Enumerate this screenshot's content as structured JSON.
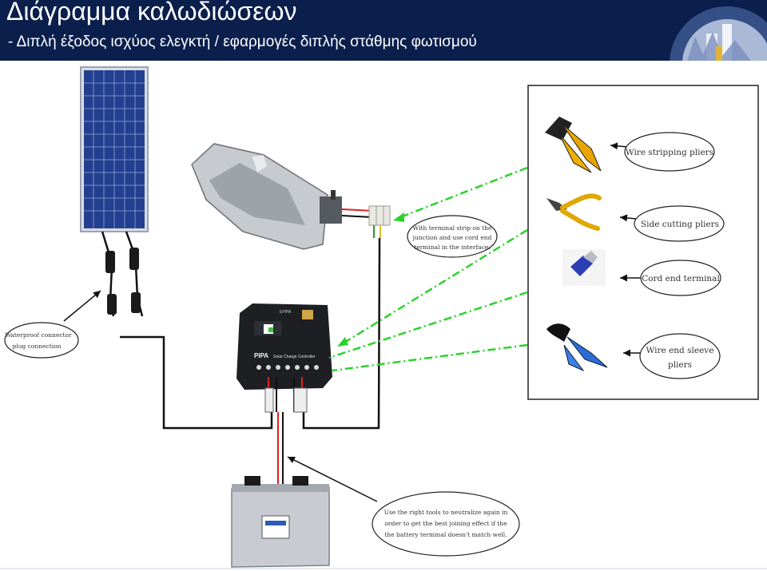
{
  "title": "Διάγραμμα καλωδιώσεων",
  "subtitle": "- Διπλή έξοδος ισχύος ελεγκτή / εφαρμογές διπλής στάθμης φωτισμού",
  "colors": {
    "header": "#0b1f4d",
    "header_text": "#ffffff",
    "arrow": "#2bd22b",
    "wire": "#111111"
  },
  "controller": {
    "model": "EPIPA",
    "brand": "PIPA",
    "name": "Solar Charge Controller"
  },
  "tools": {
    "wire_stripping": "Wire stripping pliers",
    "side_cutting": "Side cutting pliers",
    "cord_end": "Cord end terminal",
    "sleeve_line1": "Wire end sleeve",
    "sleeve_line2": "pliers"
  },
  "callouts": {
    "terminal_strip": [
      "With terminal strip on the",
      "junction and use cord end",
      "terminal in the interface."
    ],
    "waterproof": [
      "Waterproof connector",
      "plug connection"
    ],
    "right_tools": [
      "Use the right tools to neutralize again in",
      "order to get the best joining effect if the",
      "the battery terminal doesn't match well."
    ]
  }
}
